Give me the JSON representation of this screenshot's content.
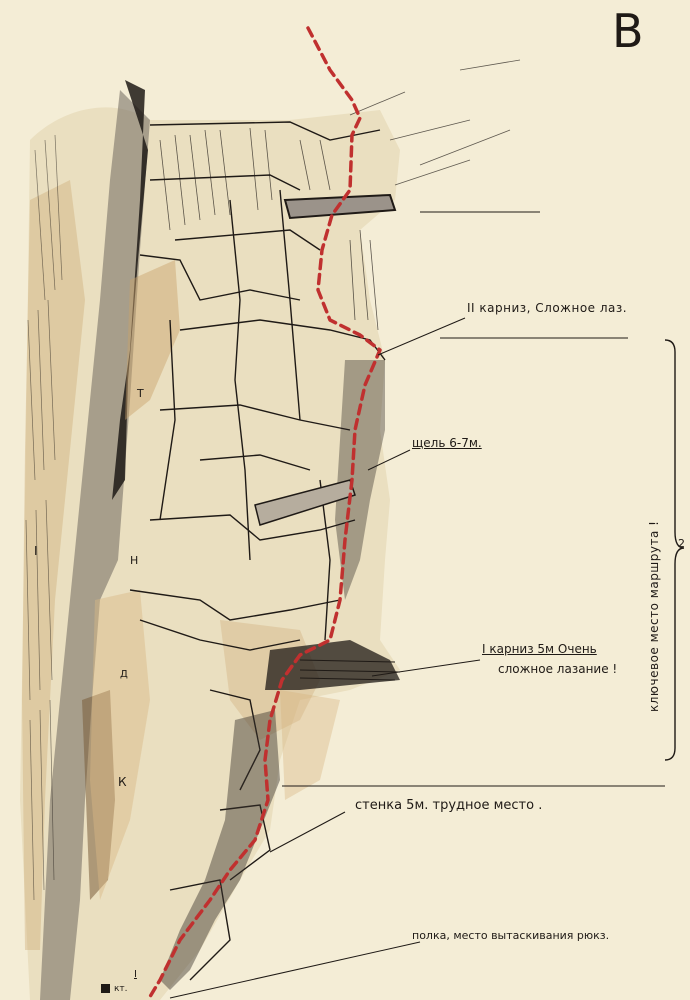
{
  "sheet": {
    "letter": "В",
    "route_color": "#c0302f",
    "ink_color": "#1f1a16",
    "paper_color": "#f4edd6",
    "ochre_color": "#c9a26a"
  },
  "annotations": {
    "cornice2": "II карниз, Сложное лаз.",
    "crack": "щель 6-7м.",
    "cornice1_line1": "I карниз 5м  Очень",
    "cornice1_line2": "сложное лазание !",
    "wall": "стенка 5м. трудное место .",
    "shelf": "полка, место вытаскивания рюкз.",
    "key_section": "ключевое место маршрута !",
    "key_section_number": "2",
    "checkpoint": "кт.",
    "checkpoint_num": "I",
    "rock_letters": [
      "К",
      "Д",
      "Н",
      "Т",
      "I"
    ]
  }
}
